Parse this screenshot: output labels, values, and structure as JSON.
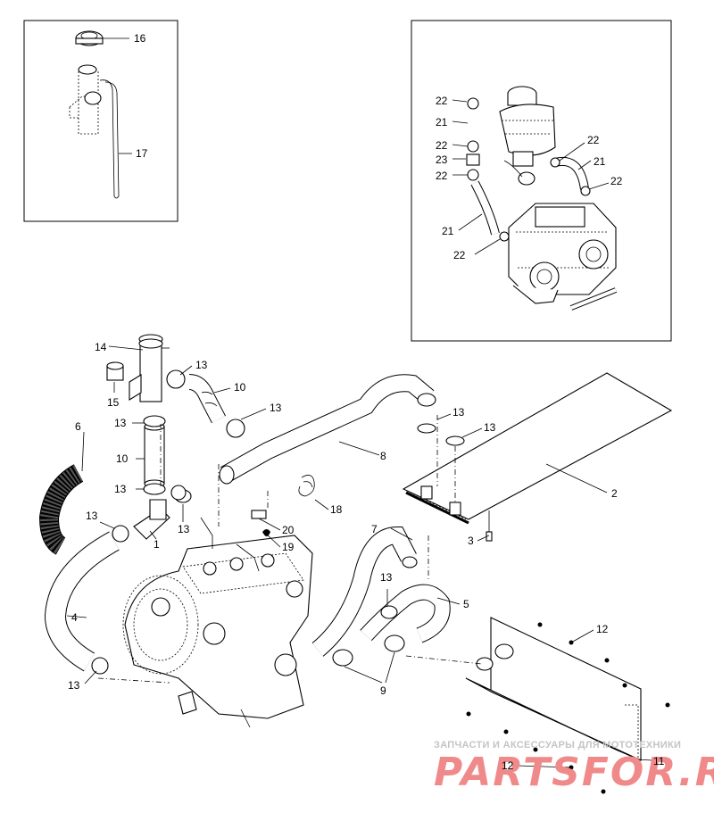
{
  "watermark": {
    "line1": "ЗАПЧАСТИ И АКСЕССУАРЫ ДЛЯ МОТОТЕХНИКИ",
    "line2": "PARTSFOR.RU"
  },
  "callouts": {
    "c1": "1",
    "c2": "2",
    "c3": "3",
    "c4": "4",
    "c5": "5",
    "c6": "6",
    "c7": "7",
    "c8": "8",
    "c9": "9",
    "c10a": "10",
    "c10b": "10",
    "c11": "11",
    "c12a": "12",
    "c12b": "12",
    "c13a": "13",
    "c13b": "13",
    "c13c": "13",
    "c13d": "13",
    "c13e": "13",
    "c13f": "13",
    "c13g": "13",
    "c13h": "13",
    "c13i": "13",
    "c13j": "13",
    "c14": "14",
    "c15": "15",
    "c16": "16",
    "c17": "17",
    "c18": "18",
    "c19": "19",
    "c20": "20",
    "c21a": "21",
    "c21b": "21",
    "c21c": "21",
    "c22a": "22",
    "c22b": "22",
    "c22c": "22",
    "c22d": "22",
    "c22e": "22",
    "c22f": "22",
    "c23": "23"
  }
}
